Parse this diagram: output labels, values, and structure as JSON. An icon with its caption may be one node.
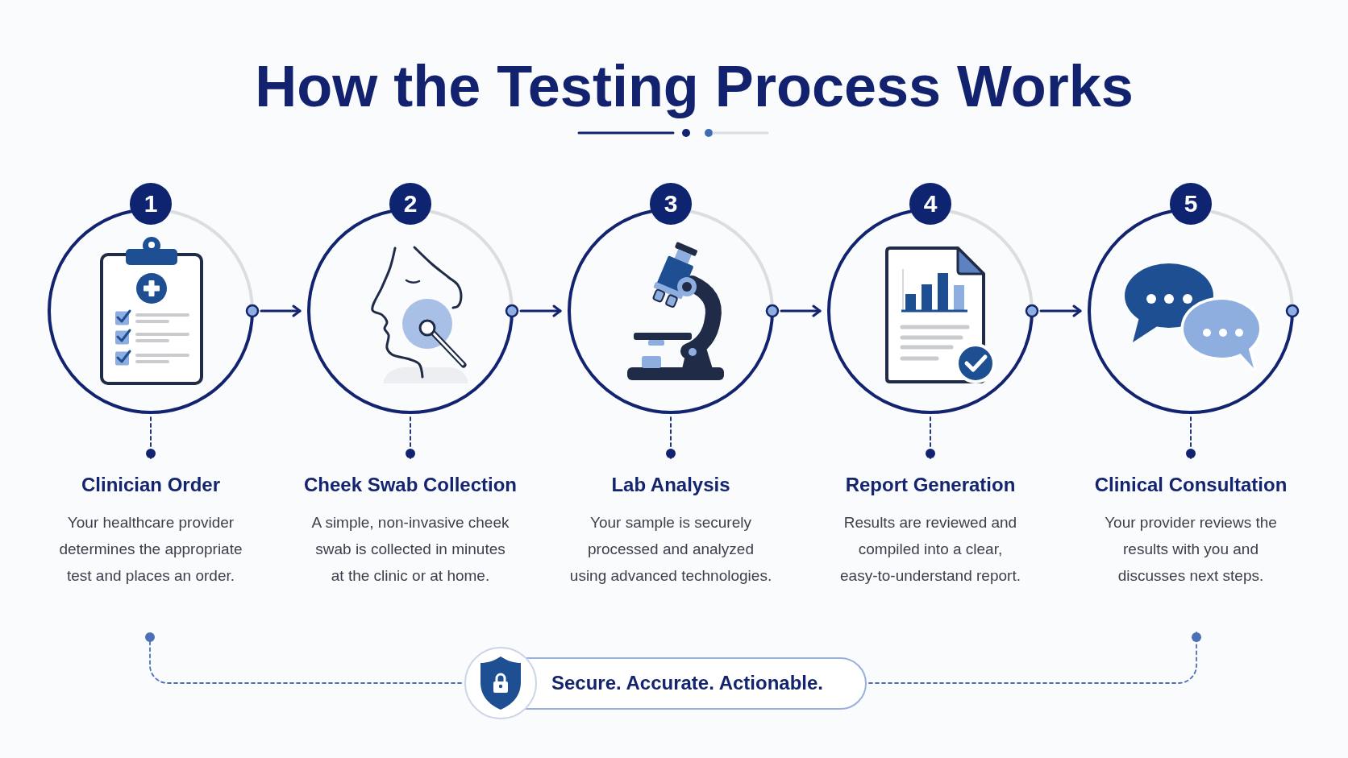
{
  "diagram": {
    "title": "How the Testing Process Works",
    "nodes": [
      {
        "text": [
          "1"
        ]
      },
      {
        "text": [
          "2"
        ]
      },
      {
        "text": [
          "3"
        ]
      },
      {
        "text": [
          "4"
        ]
      },
      {
        "text": [
          "5"
        ]
      },
      {
        "text": [
          "Clinician Order",
          "Your healthcare provider determines the appropriate test and places an order."
        ]
      },
      {
        "text": [
          "Cheek Swab Collection",
          "A simple, non-invasive cheek swab is collected in minutes at the clinic or at home."
        ]
      },
      {
        "text": [
          "Lab Analysis",
          "Your sample is securely processed and analyzed using advanced technologies."
        ]
      },
      {
        "text": [
          "Report Generation",
          "Results are reviewed and compiled into a clear, easy-to-understand report."
        ]
      },
      {
        "text": [
          "Clinical Consultation",
          "Your provider reviews the results with you and discusses next steps."
        ]
      },
      {
        "text": [
          "Secure. Accurate. Actionable."
        ]
      }
    ],
    "edges": [
      {
        "from": 0,
        "to": 1,
        "arrow": "to"
      },
      {
        "from": 1,
        "to": 2,
        "arrow": "to"
      },
      {
        "from": 2,
        "to": 3,
        "arrow": "to"
      },
      {
        "from": 3,
        "to": 4,
        "arrow": "to"
      },
      {
        "from": 0,
        "to": 5,
        "arrow": "other",
        "style": "dashed"
      },
      {
        "from": 1,
        "to": 6,
        "arrow": "other",
        "style": "dashed"
      },
      {
        "from": 2,
        "to": 7,
        "arrow": "other",
        "style": "dashed"
      },
      {
        "from": 3,
        "to": 8,
        "arrow": "other",
        "style": "dashed"
      },
      {
        "from": 4,
        "to": 9,
        "arrow": "other",
        "style": "dashed"
      },
      {
        "from": 10,
        "to": null,
        "arrow": "other",
        "style": "dashed",
        "color": "#4a70b6"
      },
      {
        "from": 10,
        "to": null,
        "arrow": "other",
        "style": "dashed",
        "color": "#4a70b6"
      }
    ]
  }
}
